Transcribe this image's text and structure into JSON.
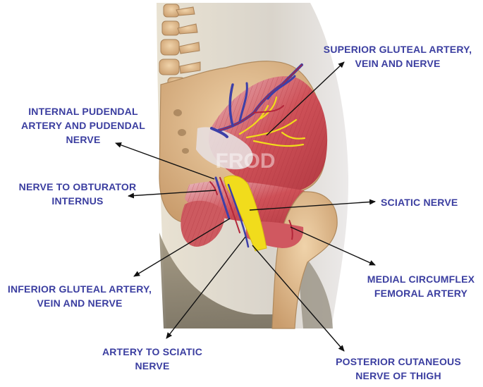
{
  "watermark": "FROD",
  "labels": {
    "superior_gluteal": [
      "SUPERIOR GLUTEAL ARTERY,",
      "VEIN AND NERVE"
    ],
    "internal_pudendal": [
      "INTERNAL PUDENDAL",
      "ARTERY AND PUDENDAL",
      "NERVE"
    ],
    "nerve_obturator": [
      "NERVE TO OBTURATOR",
      "INTERNUS"
    ],
    "sciatic": [
      "SCIATIC NERVE"
    ],
    "medial_circumflex": [
      "MEDIAL CIRCUMFLEX",
      "FEMORAL ARTERY"
    ],
    "inferior_gluteal": [
      "INFERIOR GLUTEAL ARTERY,",
      "VEIN AND NERVE"
    ],
    "artery_sciatic": [
      "ARTERY TO SCIATIC",
      "NERVE"
    ],
    "posterior_cutaneous": [
      "POSTERIOR CUTANEOUS",
      "NERVE OF THIGH"
    ]
  },
  "colors": {
    "label_text": "#3b3ea0",
    "arrow": "#111111",
    "muscle": "#c9474f",
    "nerve": "#f1dc1c",
    "bone": "#d8b48a",
    "vessel_blue": "#3c3fa8"
  }
}
